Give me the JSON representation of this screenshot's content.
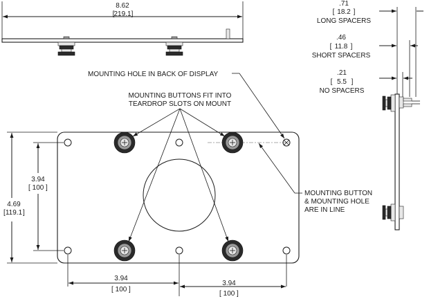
{
  "dimensions": {
    "plate_width": {
      "in": "8.62",
      "mm": "219.1"
    },
    "long_spacers": {
      "in": ".71",
      "mm": "18.2",
      "label": "LONG SPACERS"
    },
    "short_spacers": {
      "in": ".46",
      "mm": "11.8",
      "label": "SHORT SPACERS"
    },
    "no_spacers": {
      "in": ".21",
      "mm": "5.5",
      "label": "NO SPACERS"
    },
    "vertical_inner": {
      "in": "3.94",
      "mm": "100"
    },
    "vertical_outer": {
      "in": "4.69",
      "mm": "119.1"
    },
    "horizontal_left": {
      "in": "3.94",
      "mm": "100"
    },
    "horizontal_right": {
      "in": "3.94",
      "mm": "100"
    }
  },
  "callouts": {
    "mounting_hole": "MOUNTING HOLE IN BACK OF DISPLAY",
    "buttons_line1": "MOUNTING BUTTONS FIT INTO",
    "buttons_line2": "TEARDROP SLOTS ON MOUNT",
    "inline_line1": "MOUNTING BUTTON",
    "inline_line2": "& MOUNTING HOLE",
    "inline_line3": "ARE IN LINE"
  }
}
